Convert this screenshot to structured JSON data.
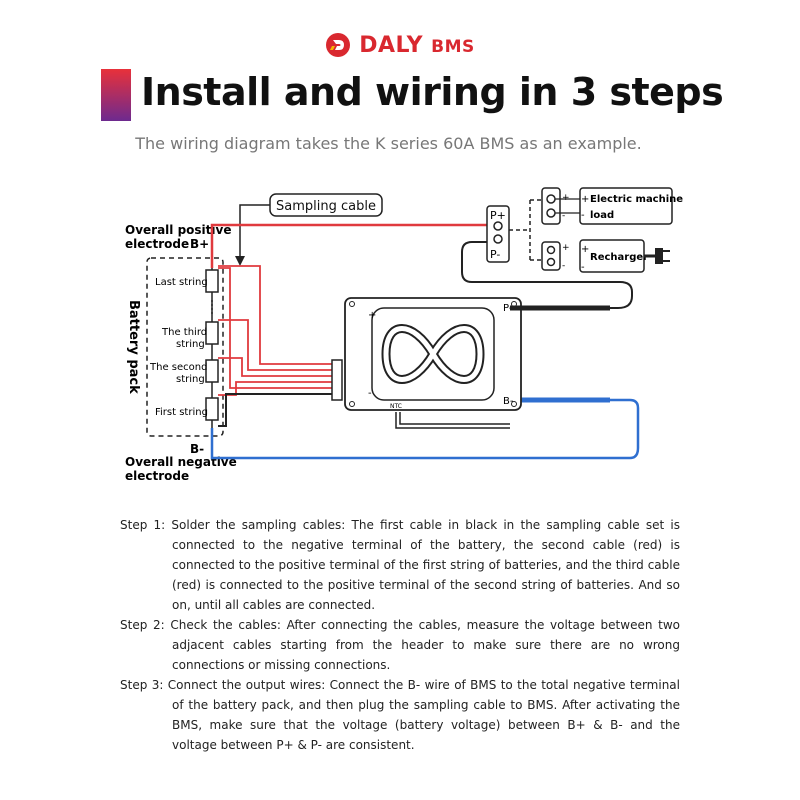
{
  "brand": {
    "name": "DALY",
    "suffix": "BMS",
    "accent": "#d9282f"
  },
  "title": "Install and wiring in 3 steps",
  "subtitle": "The wiring diagram takes the K series 60A BMS as an example.",
  "diagram": {
    "sampling_cable": "Sampling cable",
    "overall_positive_1": "Overall positive",
    "overall_positive_2": "electrode",
    "b_plus": "B+",
    "b_minus": "B-",
    "overall_negative_1": "Overall negative",
    "overall_negative_2": "electrode",
    "battery_pack": "Battery pack",
    "last_string": "Last string",
    "third_string_1": "The third",
    "third_string_2": "string",
    "second_string_1": "The second",
    "second_string_2": "string",
    "first_string": "First string",
    "p_plus": "P+",
    "p_minus": "P-",
    "bms_p_minus": "P-",
    "bms_b_minus": "B-",
    "bms_plus": "+",
    "bms_minus": "-",
    "ntc": "NTC",
    "electric_machine_1": "Electric machine",
    "electric_machine_2": "load",
    "recharger": "Recharger",
    "plus_sign": "+",
    "minus_sign": "-",
    "colors": {
      "positive": "#e03a3e",
      "negative": "#2f6fd0",
      "sampling": "#e03a3e",
      "outline": "#222222"
    }
  },
  "steps": [
    "Step 1: Solder the sampling cables: The first cable in black in the sampling cable set is connected to the negative terminal of the battery, the second cable (red) is connected to the positive terminal of the first string of batteries, and the third cable (red) is connected to the positive terminal of the second string of batteries. And so on, until all cables are connected.",
    "Step 2: Check the cables: After connecting the cables, measure the voltage between two adjacent cables starting from the header to make sure there are no wrong connections or missing connections.",
    "Step 3: Connect the output wires: Connect the B- wire of BMS to the total negative terminal of the battery pack, and then plug the sampling cable to BMS. After activating the BMS, make sure that the voltage (battery voltage) between B+ & B- and the voltage between P+ & P- are consistent."
  ]
}
